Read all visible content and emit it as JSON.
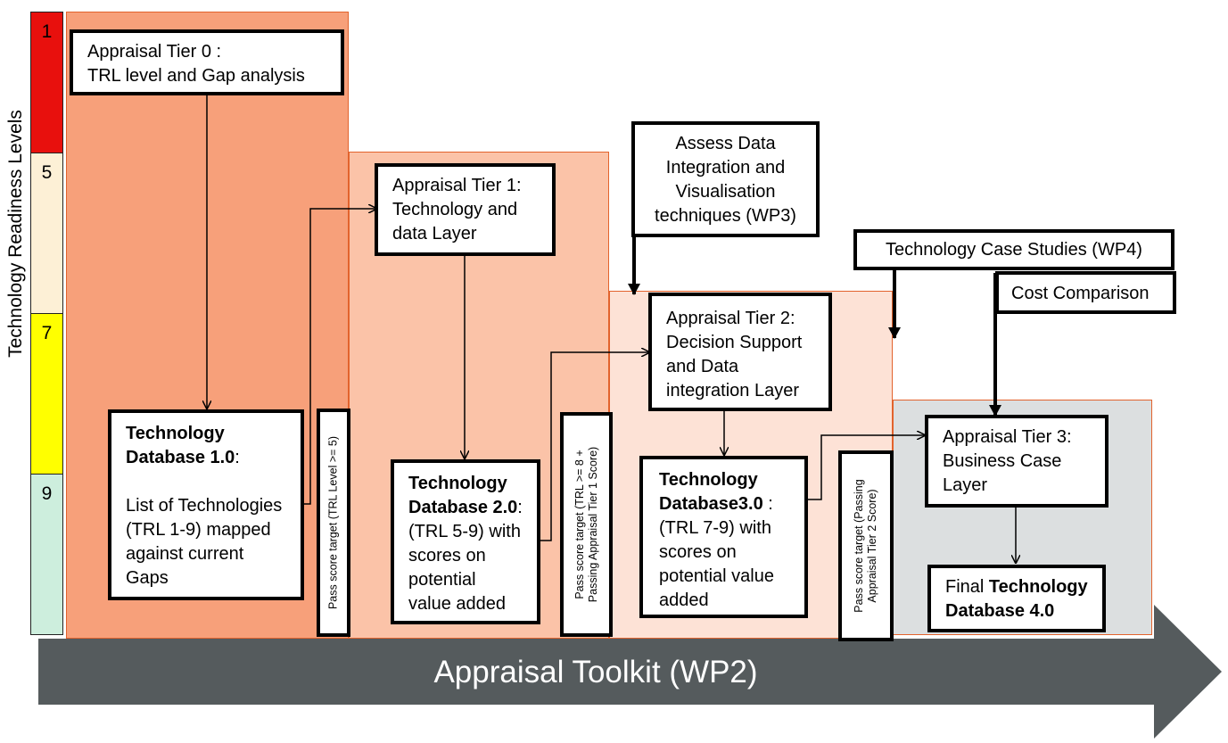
{
  "colors": {
    "tier0_zone": "#f7a07a",
    "tier1_zone": "#fbc3a8",
    "tier2_zone": "#fde2d6",
    "tier3_zone": "#dcdfe0",
    "zone_border": "#e2632d",
    "toolkit_arrow": "#555b5d",
    "trl_1": "#e8100d",
    "trl_5": "#fdf0d6",
    "trl_7": "#ffff00",
    "trl_9": "#cdeedd"
  },
  "y_axis_label": "Technology Readiness  Levels",
  "trl_levels": [
    {
      "label": "1",
      "color": "#e8100d"
    },
    {
      "label": "5",
      "color": "#fdf0d6"
    },
    {
      "label": "7",
      "color": "#ffff00"
    },
    {
      "label": "9",
      "color": "#cdeedd"
    }
  ],
  "toolkit_arrow_label": "Appraisal Toolkit (WP2)",
  "boxes": {
    "tier0": {
      "lines": [
        "Appraisal Tier 0 :",
        "TRL level and Gap analysis"
      ]
    },
    "db1": {
      "title_lines": [
        "Technology",
        "Database 1.0"
      ],
      "title_suffix": ":",
      "body_lines": [
        "List of Technologies",
        "(TRL 1-9) mapped",
        "against current",
        "Gaps"
      ]
    },
    "tier1": {
      "lines": [
        "Appraisal Tier 1:",
        "Technology and",
        "data Layer"
      ]
    },
    "db2": {
      "title_lines": [
        "Technology",
        "Database 2.0"
      ],
      "title_suffix": ":",
      "body_lines": [
        "(TRL 5-9) with",
        "scores on",
        "potential",
        "value added"
      ]
    },
    "wp3": {
      "lines": [
        "Assess Data",
        "Integration and",
        "Visualisation",
        "techniques (WP3)"
      ]
    },
    "tier2": {
      "lines": [
        "Appraisal Tier 2:",
        "Decision Support",
        "and Data",
        "integration Layer"
      ]
    },
    "db3": {
      "title_lines": [
        "Technology",
        "Database3.0"
      ],
      "title_suffix": " :",
      "body_lines": [
        "(TRL 7-9) with",
        "scores on",
        "potential value",
        "added"
      ]
    },
    "wp4": {
      "lines": [
        "Technology Case Studies  (WP4)"
      ]
    },
    "cost": {
      "lines": [
        "Cost Comparison"
      ]
    },
    "tier3": {
      "lines": [
        "Appraisal Tier 3:",
        "Business Case",
        "Layer"
      ]
    },
    "db4": {
      "prefix": "Final ",
      "title_part": "Technology",
      "second_line": "Database 4.0"
    }
  },
  "pass_targets": {
    "p1": [
      "Pass score target (TRL Level >= 5)"
    ],
    "p2": [
      "Pass score target (TRL >= 8 +",
      "Passing Appraisal Tier 1 Score)"
    ],
    "p3": [
      "Pass score target (Passing",
      "Appraisal Tier 2 Score)"
    ]
  }
}
